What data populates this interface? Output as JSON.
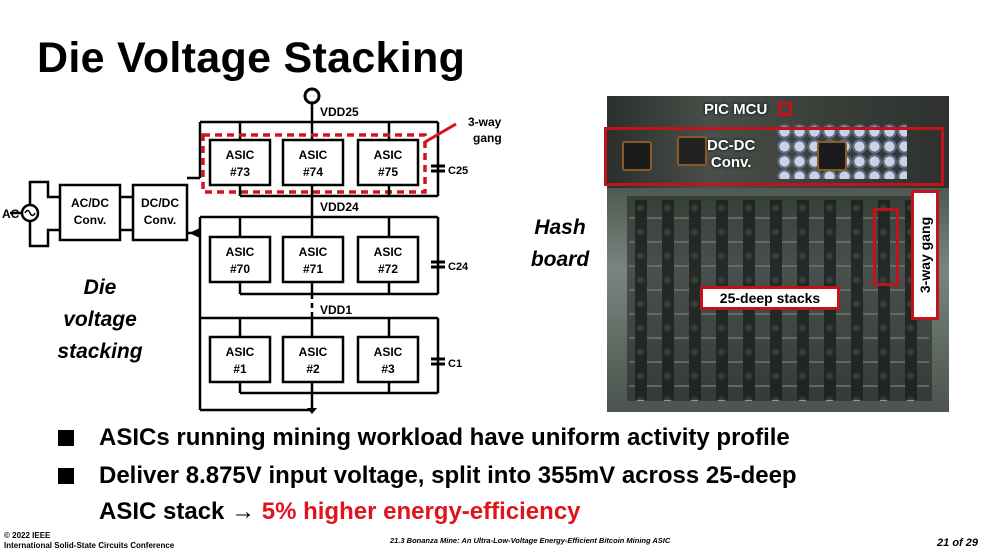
{
  "slide": {
    "title": "Die Voltage Stacking",
    "side_label": [
      "Die",
      "voltage",
      "stacking"
    ],
    "hash_board_label": [
      "Hash",
      "board"
    ]
  },
  "circuit": {
    "ac_label": "AC",
    "acdc": [
      "AC/DC",
      "Conv."
    ],
    "dcdc": [
      "DC/DC",
      "Conv."
    ],
    "rails": {
      "top": "VDD25",
      "mid": "VDD24",
      "low": "VDD1"
    },
    "gang_annotation": [
      "3-way",
      "gang"
    ],
    "rows": [
      {
        "asics": [
          [
            "ASIC",
            "#73"
          ],
          [
            "ASIC",
            "#74"
          ],
          [
            "ASIC",
            "#75"
          ]
        ],
        "cap": "C25"
      },
      {
        "asics": [
          [
            "ASIC",
            "#70"
          ],
          [
            "ASIC",
            "#71"
          ],
          [
            "ASIC",
            "#72"
          ]
        ],
        "cap": "C24"
      },
      {
        "asics": [
          [
            "ASIC",
            "#1"
          ],
          [
            "ASIC",
            "#2"
          ],
          [
            "ASIC",
            "#3"
          ]
        ],
        "cap": "C1"
      }
    ]
  },
  "board_photo": {
    "pic_mcu": "PIC MCU",
    "dcdc": [
      "DC-DC",
      "Conv."
    ],
    "stacks": "25-deep stacks",
    "gang": "3-way gang",
    "colors": {
      "highlight": "#c0141c"
    }
  },
  "bullets": [
    {
      "text": "ASICs running mining workload have uniform activity profile"
    },
    {
      "text": "Deliver 8.875V input voltage, split into 355mV across 25-deep",
      "cont_pre": "ASIC stack → ",
      "cont_emph": "5% higher energy-efficiency"
    }
  ],
  "footer": {
    "copyright": "© 2022 IEEE",
    "conference": "International Solid-State Circuits Conference",
    "paper": "21.3 Bonanza Mine: An Ultra-Low-Voltage Energy-Efficient Bitcoin Mining ASIC",
    "page": "21 of 29"
  },
  "colors": {
    "emphasis": "#e0141c"
  }
}
